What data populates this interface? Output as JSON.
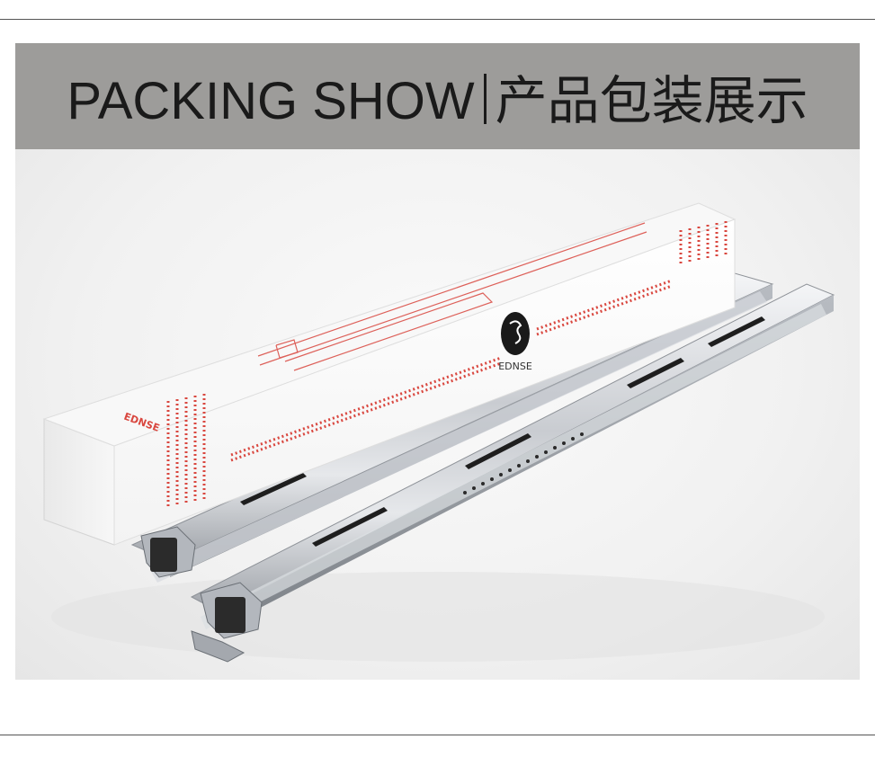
{
  "banner": {
    "title_en": "PACKING SHOW",
    "title_cn": "产品包装展示"
  },
  "product": {
    "brand": "EDNSE",
    "box_side_brand": "EDNSE"
  },
  "colors": {
    "banner_bg": "#9d9c9a",
    "accent_red": "#d9473f",
    "rule": "#555555"
  }
}
